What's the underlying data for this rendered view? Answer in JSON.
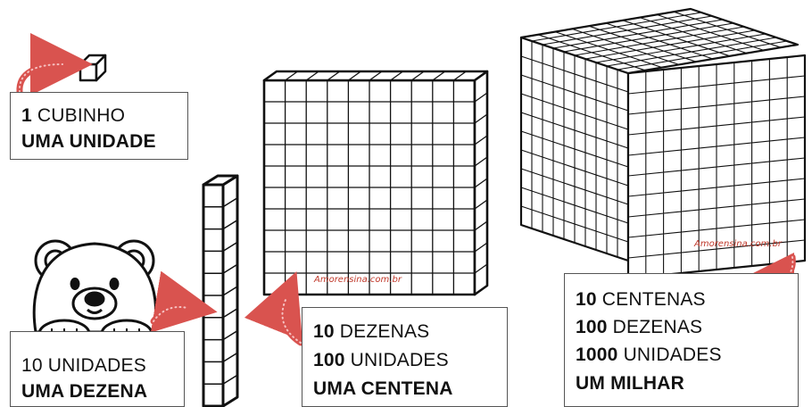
{
  "labels": {
    "unit": {
      "line1_num": "1",
      "line1_text": " CUBINHO",
      "line2": "UMA UNIDADE"
    },
    "ten": {
      "line1": "10 UNIDADES",
      "line2": "UMA DEZENA"
    },
    "hundred": {
      "line1_num": "10",
      "line1_text": " DEZENAS",
      "line2_num": "100",
      "line2_text": " UNIDADES",
      "line3": "UMA CENTENA"
    },
    "thousand": {
      "line1_num": "10",
      "line1_text": " CENTENAS",
      "line2_num": "100",
      "line2_text": " DEZENAS",
      "line3_num": "1000",
      "line3_text": " UNIDADES",
      "line4": "UM MILHAR"
    }
  },
  "watermark": {
    "text": "Amorensina.com.br"
  },
  "colors": {
    "arrow": "#d9534f",
    "arrow_dots": "#f6c1c1",
    "ink": "#111111",
    "box_border": "#555555"
  },
  "icons": [
    "bear-icon",
    "unit-cube-icon",
    "ten-rod-icon",
    "hundred-flat-icon",
    "thousand-cube-icon",
    "curved-arrow-icon"
  ]
}
